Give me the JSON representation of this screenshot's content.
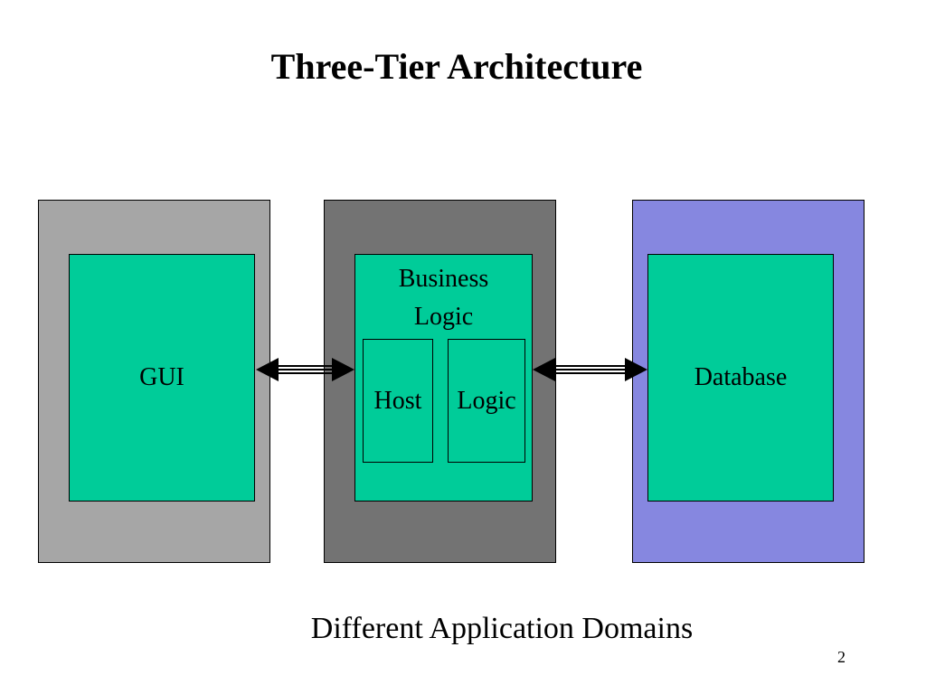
{
  "slide": {
    "title": "Three-Tier Architecture",
    "caption": "Different Application Domains",
    "page_number": "2"
  },
  "tiers": {
    "client": {
      "color": "#a6a6a6"
    },
    "middle": {
      "color": "#737373"
    },
    "data": {
      "color": "#8687e0"
    }
  },
  "components": {
    "box_color": "#00cc99",
    "gui": "GUI",
    "business_logic": "Business\nLogic",
    "host": "Host",
    "logic": "Logic",
    "database": "Database"
  },
  "connectors": {
    "style": "double-headed arrow, triple line shaft",
    "color": "#000000"
  }
}
